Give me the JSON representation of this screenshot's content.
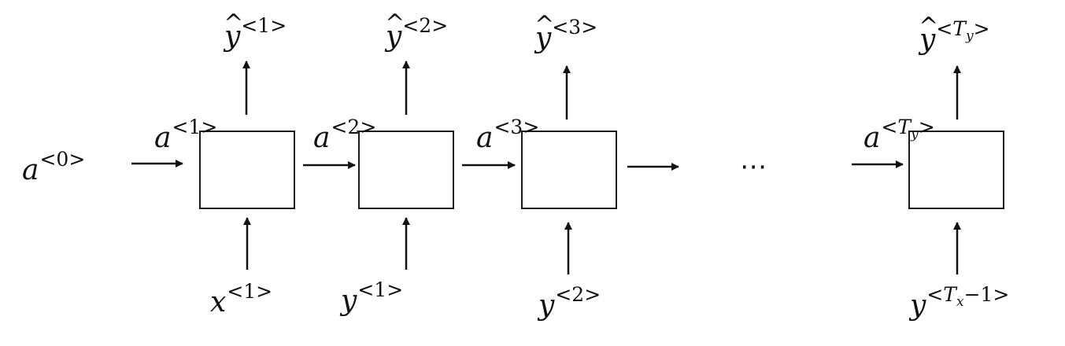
{
  "diagram": {
    "initial_activation": {
      "base": "a",
      "sup": "<0>"
    },
    "cells": [
      {
        "base": "a",
        "sup": "<1>"
      },
      {
        "base": "a",
        "sup": "<2>"
      },
      {
        "base": "a",
        "sup": "<3>"
      },
      {
        "base": "a",
        "sup_open": "<",
        "sup_var": "T",
        "sup_sub": "y",
        "sup_close": ">"
      }
    ],
    "outputs": [
      {
        "base": "y",
        "sup": "<1>"
      },
      {
        "base": "y",
        "sup": "<2>"
      },
      {
        "base": "y",
        "sup": "<3>"
      },
      {
        "base": "y",
        "sup_open": "<",
        "sup_var": "T",
        "sup_sub": "y",
        "sup_close": ">"
      }
    ],
    "inputs": [
      {
        "base": "x",
        "sup": "<1>"
      },
      {
        "base": "y",
        "sup": "<1>"
      },
      {
        "base": "y",
        "sup": "<2>"
      },
      {
        "base": "y",
        "sup_open": "<",
        "sup_var": "T",
        "sup_sub": "x",
        "sup_close": "−1>"
      }
    ],
    "ellipsis": "⋯",
    "hat_symbol": "^"
  }
}
